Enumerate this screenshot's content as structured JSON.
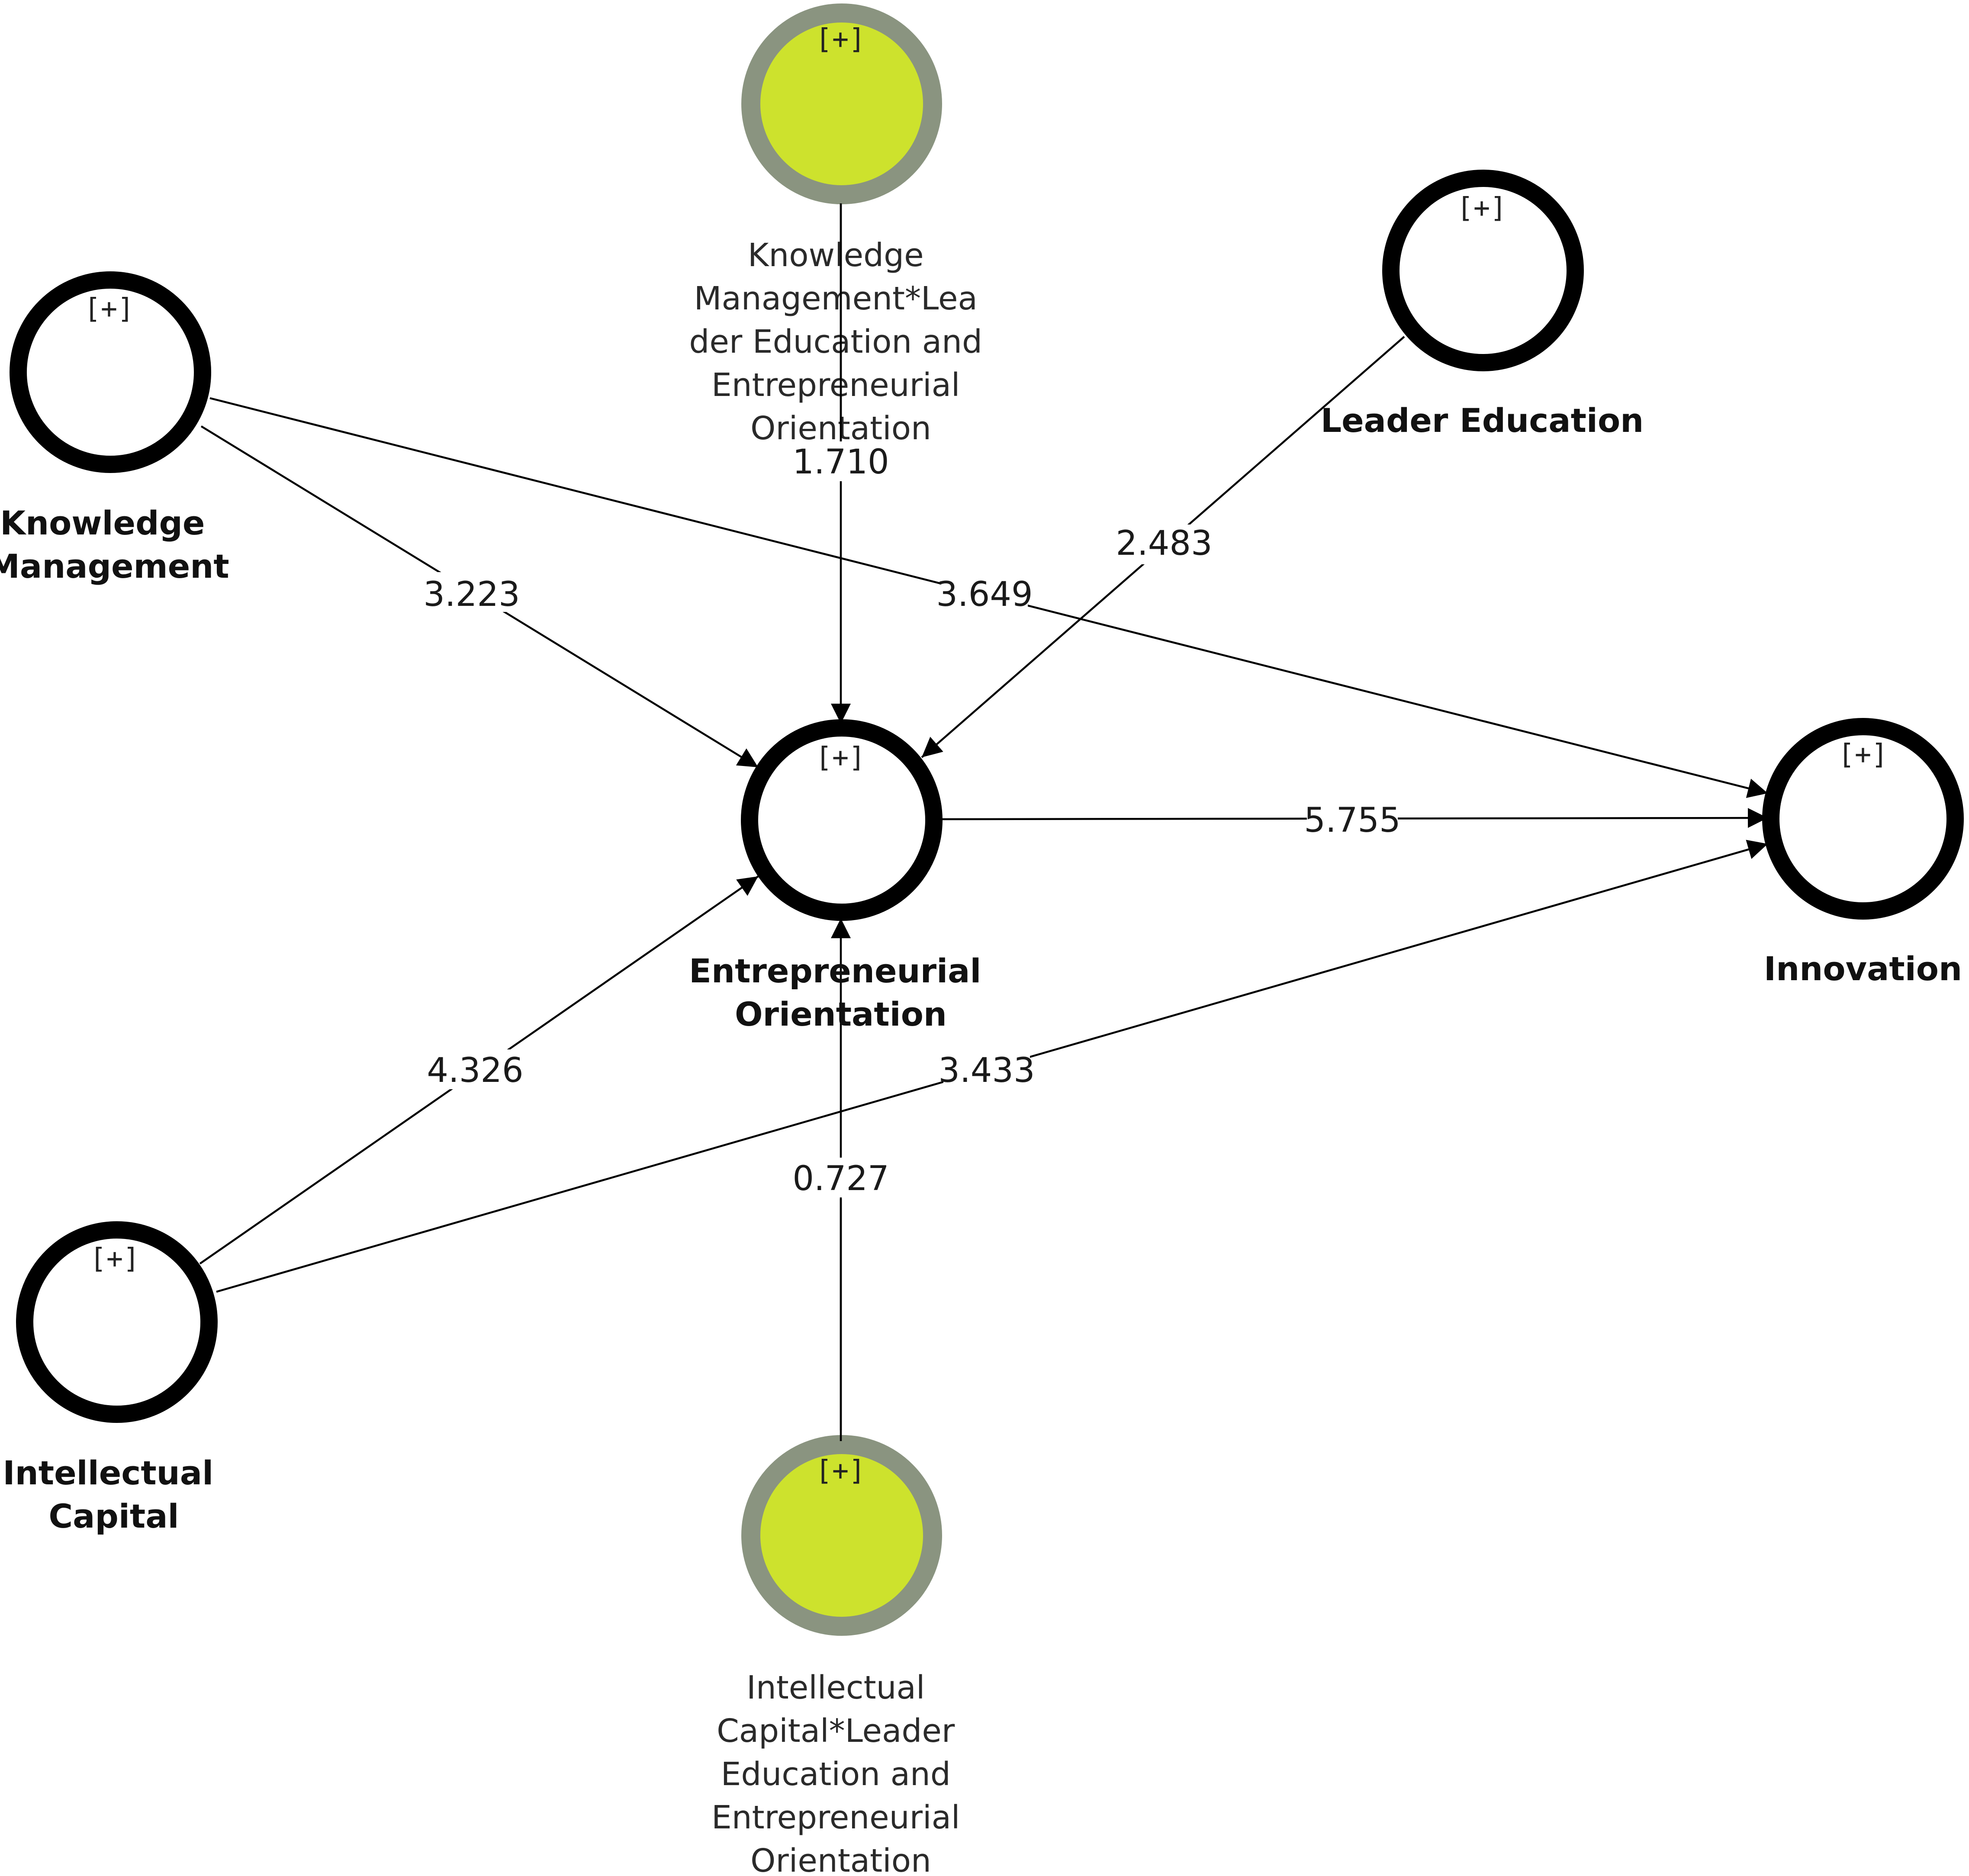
{
  "colors": {
    "latent_ring": "#000000",
    "latent_fill": "#ffffff",
    "moderator_ring": "#8a9480",
    "moderator_fill": "#cde22d",
    "edge": "#000000",
    "background": "#ffffff"
  },
  "expand_marker": "[+]",
  "nodes": {
    "km": {
      "lines": [
        "Knowledge",
        "Management"
      ]
    },
    "km_mod": {
      "lines": [
        "Knowledge",
        "Management*Lea",
        "der Education and",
        "Entrepreneurial",
        "Orientation"
      ]
    },
    "le": {
      "lines": [
        "Leader Education"
      ]
    },
    "eo": {
      "lines": [
        "Entrepreneurial",
        "Orientation"
      ]
    },
    "inn": {
      "lines": [
        "Innovation"
      ]
    },
    "ic": {
      "lines": [
        "Intellectual",
        "Capital"
      ]
    },
    "ic_mod": {
      "lines": [
        "Intellectual",
        "Capital*Leader",
        "Education and",
        "Entrepreneurial",
        "Orientation"
      ]
    }
  },
  "paths": {
    "km_eo": "3.223",
    "km_inn": "3.649",
    "km_mod_eo": "1.710",
    "le_eo": "2.483",
    "eo_inn": "5.755",
    "ic_eo": "4.326",
    "ic_inn": "3.433",
    "ic_mod_eo": "0.727"
  }
}
